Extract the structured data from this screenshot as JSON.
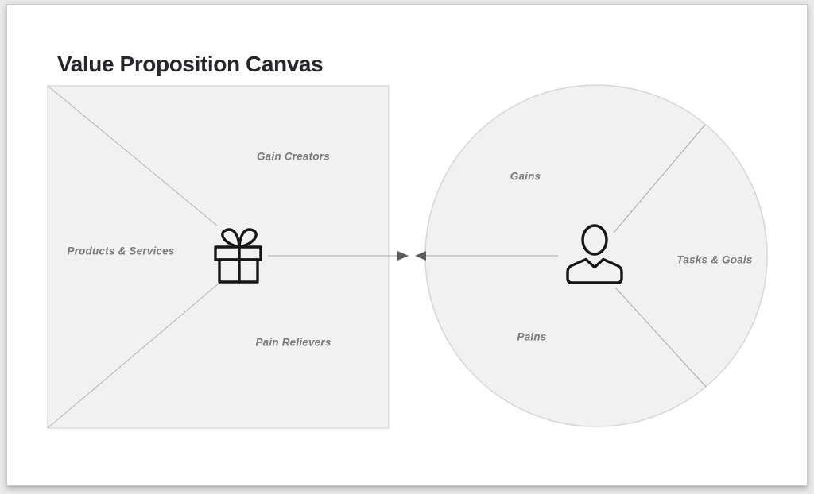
{
  "page": {
    "title": "Value Proposition Canvas"
  },
  "diagram": {
    "value_map": {
      "shape": "square",
      "icon": "gift-icon",
      "sections": [
        {
          "label": "Gain Creators"
        },
        {
          "label": "Products & Services"
        },
        {
          "label": "Pain Relievers"
        }
      ]
    },
    "customer_profile": {
      "shape": "circle",
      "icon": "person-icon",
      "sections": [
        {
          "label": "Gains"
        },
        {
          "label": "Tasks & Goals"
        },
        {
          "label": "Pains"
        }
      ]
    },
    "connector": {
      "style": "two arrowheads pointing toward each other"
    },
    "colors": {
      "shape_fill": "#f1f1f1",
      "shape_border": "#dcdcdc",
      "line": "#a8a8a8",
      "arrow": "#5c5c5c",
      "icon": "#161616",
      "label": "#7b7b7b",
      "title": "#26262b",
      "canvas": "#ffffff",
      "backdrop": "#e9e9e9"
    }
  }
}
